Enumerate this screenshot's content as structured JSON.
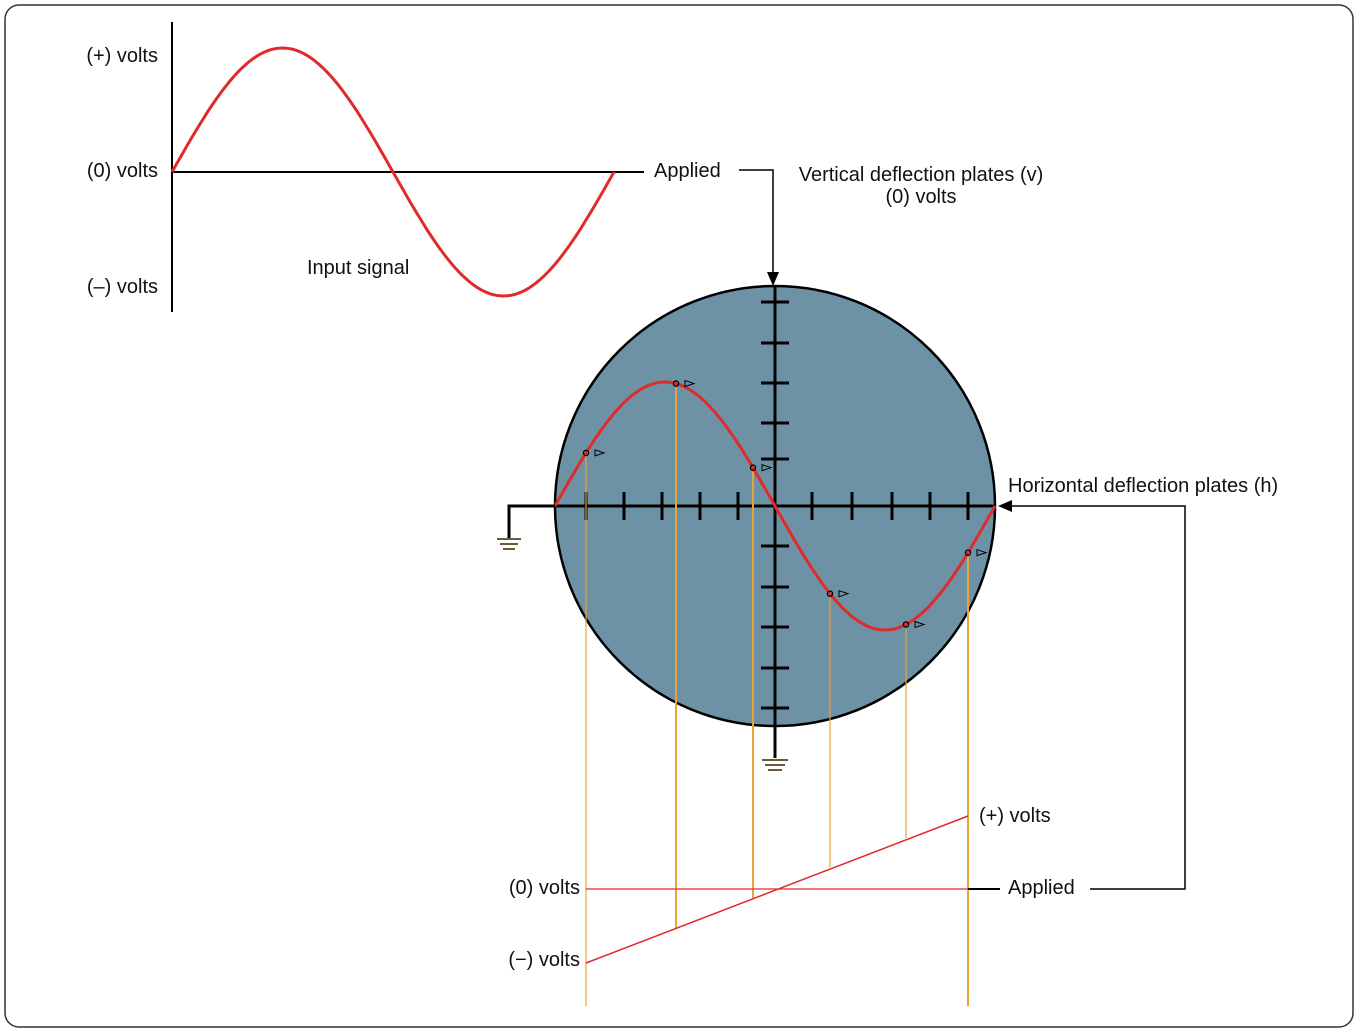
{
  "input_signal": {
    "label": "Input signal",
    "plus_label": "(+) volts",
    "zero_label": "(0) volts",
    "minus_label": "(–) volts",
    "applied_label": "Applied"
  },
  "vertical_plates": {
    "title": "Vertical deflection plates (v)",
    "subtitle": "(0) volts"
  },
  "horizontal_plates": {
    "title": "Horizontal deflection plates (h)"
  },
  "sweep": {
    "plus_label": "(+) volts",
    "zero_label": "(0) volts",
    "minus_label": "(−) volts",
    "applied_label": "Applied"
  },
  "colors": {
    "signal": "#e02b2b",
    "screen": "#6e92a5",
    "projection": "#e8a33a",
    "line": "#000000",
    "ground": "#6b5a3a"
  }
}
